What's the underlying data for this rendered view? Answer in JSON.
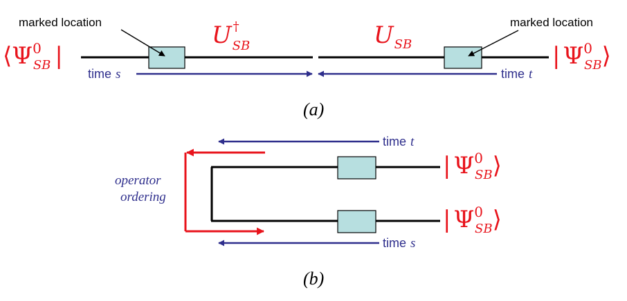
{
  "colors": {
    "line": "#000000",
    "box_fill": "#b7dfe0",
    "time_arrow": "#2e2e8c",
    "ordering_arrow": "#e8131b",
    "math": "#e8131b"
  },
  "panel_a": {
    "annotation_left": "marked location",
    "annotation_right": "marked location",
    "bra": {
      "open": "⟨",
      "psi": "Ψ",
      "superscript": "0",
      "subscript": "SB",
      "close": "|"
    },
    "ket": {
      "open": "|",
      "psi": "Ψ",
      "superscript": "0",
      "subscript": "SB",
      "close": "⟩"
    },
    "u_dagger": {
      "base": "U",
      "superscript": "†",
      "subscript": "SB"
    },
    "u": {
      "base": "U",
      "subscript": "SB"
    },
    "time_left": {
      "word": "time",
      "var": "s"
    },
    "time_right": {
      "word": "time",
      "var": "t"
    },
    "caption": "(a)"
  },
  "panel_b": {
    "time_top": {
      "word": "time",
      "var": "t"
    },
    "time_bottom": {
      "word": "time",
      "var": "s"
    },
    "operator_ordering": [
      "operator",
      "ordering"
    ],
    "ket_top": {
      "open": "|",
      "psi": "Ψ",
      "superscript": "0",
      "subscript": "SB",
      "close": "⟩"
    },
    "ket_bottom": {
      "open": "|",
      "psi": "Ψ",
      "superscript": "0",
      "subscript": "SB",
      "close": "⟩"
    },
    "caption": "(b)"
  }
}
